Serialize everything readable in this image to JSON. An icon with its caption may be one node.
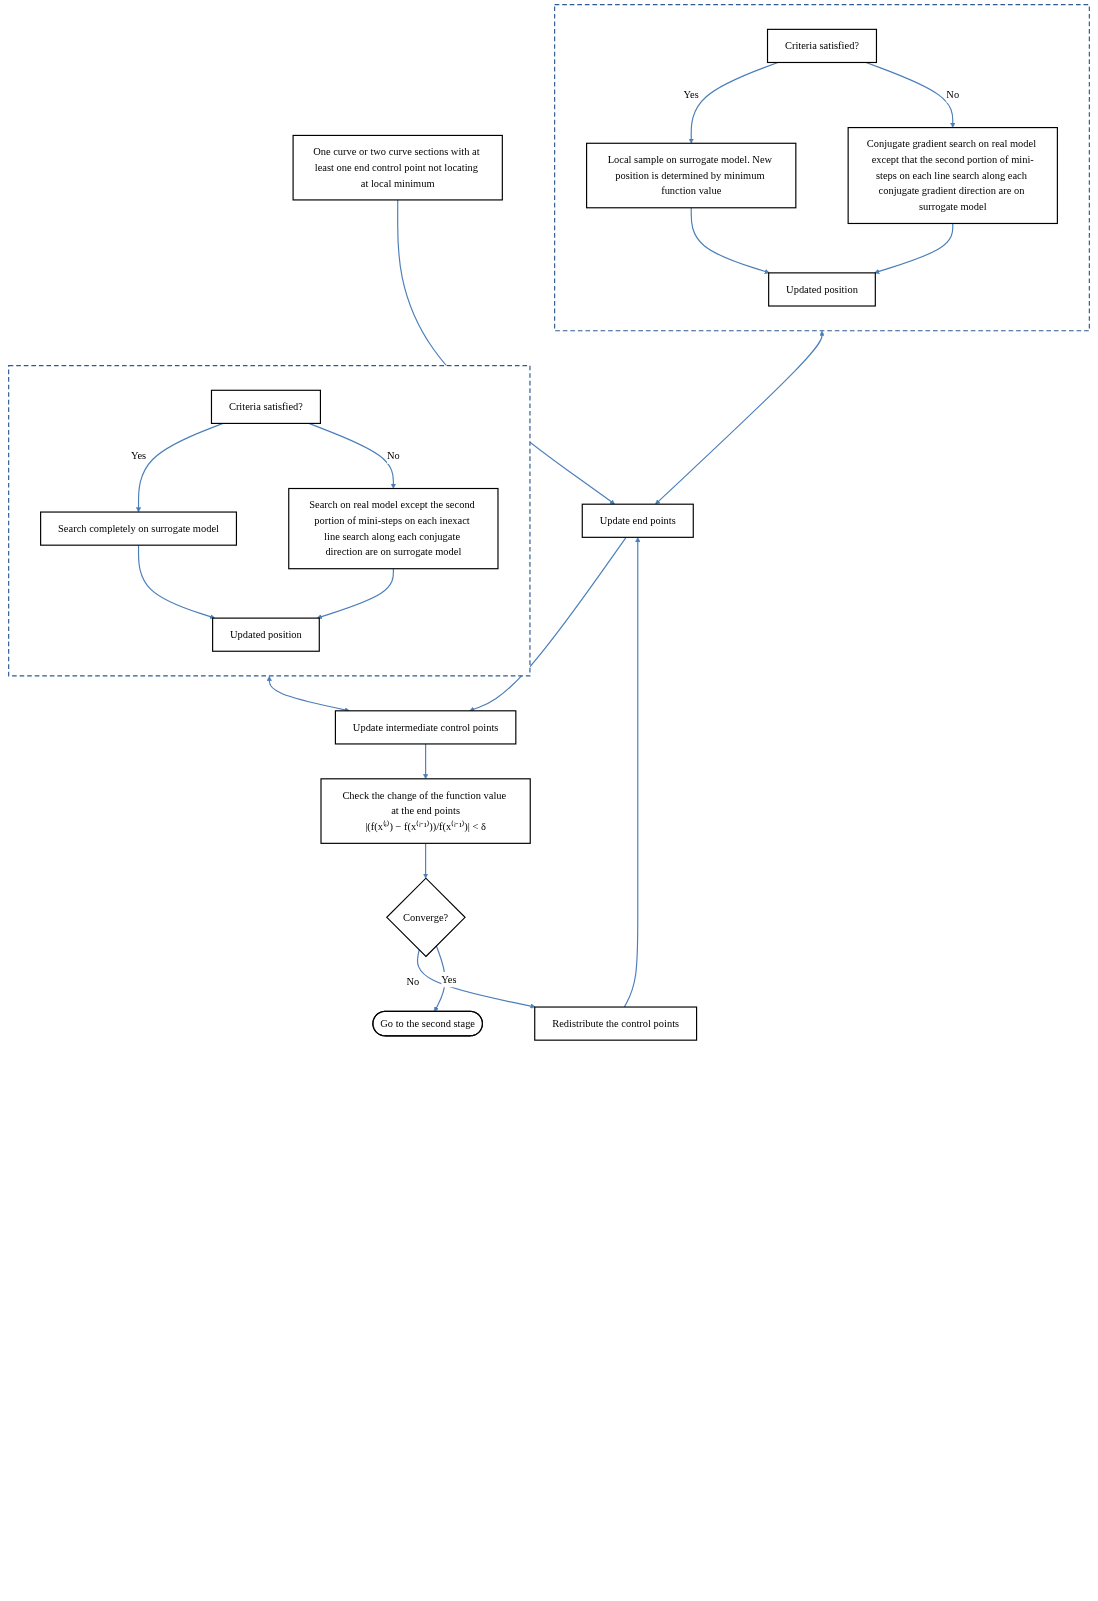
{
  "diagram": {
    "nodes": [
      {
        "text": [
          "One curve or two curve sections with at least one end control point not locating at local minimum"
        ]
      },
      {
        "text": [],
        "shape": "box"
      },
      {
        "text": [
          "Criteria satisfied?"
        ],
        "in": 1
      },
      {
        "text": [
          "Local sample on surrogate model. New position is determined by minimum function value"
        ],
        "in": 1
      },
      {
        "text": [
          "Conjugate gradient search on real model except that the second portion of mini-steps on each line search along each conjugate gradient direction are on surrogate model"
        ],
        "in": 1
      },
      {
        "text": [
          "Updated position"
        ],
        "in": 1
      },
      {
        "text": [
          "Update end points"
        ]
      },
      {
        "text": [],
        "shape": "box"
      },
      {
        "text": [
          "Criteria satisfied?"
        ],
        "in": 7
      },
      {
        "text": [
          "Search completely on surrogate model"
        ],
        "in": 7
      },
      {
        "text": [
          "Search on real model except the second portion of mini-steps on each inexact line search along each conjugate direction are on surrogate model"
        ],
        "in": 7
      },
      {
        "text": [
          "Updated position"
        ],
        "in": 7
      },
      {
        "text": [
          "Update intermediate control points"
        ]
      },
      {
        "text": [
          "Check the change of the function value at the end points",
          "|(f(x⁽ⁱ⁾) − f(x⁽ⁱ⁻¹⁾))/f(x⁽ⁱ⁻¹⁾)| < δ"
        ]
      },
      {
        "text": [
          "Converge?"
        ]
      },
      {
        "text": [
          "Redistribute the control points"
        ]
      },
      {
        "text": [
          "Go to the second stage"
        ]
      }
    ],
    "edges": [
      {
        "from": 0,
        "to": 6,
        "arrow": "to"
      },
      {
        "from": 2,
        "to": 3,
        "arrow": "to",
        "label": "Yes"
      },
      {
        "from": 2,
        "to": 4,
        "arrow": "to",
        "label": "No"
      },
      {
        "from": 3,
        "to": 5,
        "arrow": "to"
      },
      {
        "from": 4,
        "to": 5,
        "arrow": "to"
      },
      {
        "from": 1,
        "to": 6,
        "arrow": "both"
      },
      {
        "from": 6,
        "to": 12,
        "arrow": "to"
      },
      {
        "from": 8,
        "to": 9,
        "arrow": "to",
        "label": "Yes"
      },
      {
        "from": 8,
        "to": 10,
        "arrow": "to",
        "label": "No"
      },
      {
        "from": 9,
        "to": 11,
        "arrow": "to"
      },
      {
        "from": 10,
        "to": 11,
        "arrow": "to"
      },
      {
        "from": 7,
        "to": 12,
        "arrow": "both"
      },
      {
        "from": 12,
        "to": 13,
        "arrow": "to"
      },
      {
        "from": 13,
        "to": 14,
        "arrow": "to"
      },
      {
        "from": 14,
        "to": 15,
        "arrow": "to",
        "label": "No"
      },
      {
        "from": 15,
        "to": 6,
        "arrow": "to"
      },
      {
        "from": 14,
        "to": 16,
        "arrow": "to",
        "label": "Yes"
      }
    ]
  }
}
